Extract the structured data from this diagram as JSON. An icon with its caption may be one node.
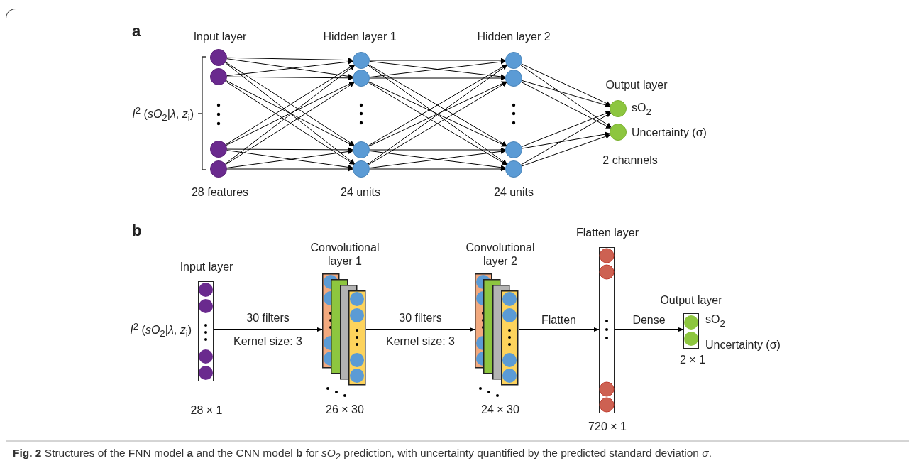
{
  "diagram": {
    "caption": "**Fig. 2** Structures of the FNN model **a** and the CNN model **b** for *sO*$_{2}$ prediction, with uncertainty quantified by the predicted standard deviation *σ*.",
    "nodes": [
      {
        "text": [],
        "shape": "circle"
      },
      {
        "text": [],
        "shape": "circle"
      },
      {
        "text": [],
        "shape": "circle"
      },
      {
        "text": [],
        "shape": "circle"
      },
      {
        "text": [],
        "shape": "circle"
      },
      {
        "text": [],
        "shape": "circle"
      },
      {
        "text": [],
        "shape": "circle"
      },
      {
        "text": [],
        "shape": "circle"
      },
      {
        "text": [],
        "shape": "circle"
      },
      {
        "text": [],
        "shape": "circle"
      },
      {
        "text": [],
        "shape": "circle"
      },
      {
        "text": [],
        "shape": "circle"
      },
      {
        "text": [],
        "shape": "circle",
        "beside": [
          "sO$_{2}$"
        ]
      },
      {
        "text": [],
        "shape": "circle",
        "beside": [
          "Uncertainty (σ)"
        ]
      },
      {
        "text": [
          "Input layer"
        ],
        "beside": [
          "28 × 1"
        ]
      },
      {
        "text": [
          "Convolutional layer 1"
        ],
        "beside": [
          "26 × 30"
        ]
      },
      {
        "text": [
          "Convolutional layer 2"
        ],
        "beside": [
          "24 × 30"
        ]
      },
      {
        "text": [
          "Flatten layer"
        ],
        "beside": [
          "720 × 1"
        ]
      },
      {
        "text": [
          "Output layer"
        ],
        "beside": [
          "sO$_{2}$",
          "Uncertainty (σ)",
          "2 × 1"
        ]
      }
    ],
    "edges": [
      {
        "from": 0,
        "to": 4,
        "arrow": "to"
      },
      {
        "from": 0,
        "to": 5,
        "arrow": "to"
      },
      {
        "from": 0,
        "to": 6,
        "arrow": "to"
      },
      {
        "from": 0,
        "to": 7,
        "arrow": "to"
      },
      {
        "from": 1,
        "to": 4,
        "arrow": "to"
      },
      {
        "from": 1,
        "to": 5,
        "arrow": "to"
      },
      {
        "from": 1,
        "to": 6,
        "arrow": "to"
      },
      {
        "from": 1,
        "to": 7,
        "arrow": "to"
      },
      {
        "from": 2,
        "to": 4,
        "arrow": "to"
      },
      {
        "from": 2,
        "to": 5,
        "arrow": "to"
      },
      {
        "from": 2,
        "to": 6,
        "arrow": "to"
      },
      {
        "from": 2,
        "to": 7,
        "arrow": "to"
      },
      {
        "from": 3,
        "to": 4,
        "arrow": "to"
      },
      {
        "from": 3,
        "to": 5,
        "arrow": "to"
      },
      {
        "from": 3,
        "to": 6,
        "arrow": "to"
      },
      {
        "from": 3,
        "to": 7,
        "arrow": "to"
      },
      {
        "from": 4,
        "to": 8,
        "arrow": "to"
      },
      {
        "from": 4,
        "to": 9,
        "arrow": "to"
      },
      {
        "from": 4,
        "to": 10,
        "arrow": "to"
      },
      {
        "from": 4,
        "to": 11,
        "arrow": "to"
      },
      {
        "from": 5,
        "to": 8,
        "arrow": "to"
      },
      {
        "from": 5,
        "to": 9,
        "arrow": "to"
      },
      {
        "from": 5,
        "to": 10,
        "arrow": "to"
      },
      {
        "from": 5,
        "to": 11,
        "arrow": "to"
      },
      {
        "from": 6,
        "to": 8,
        "arrow": "to"
      },
      {
        "from": 6,
        "to": 9,
        "arrow": "to"
      },
      {
        "from": 6,
        "to": 10,
        "arrow": "to"
      },
      {
        "from": 6,
        "to": 11,
        "arrow": "to"
      },
      {
        "from": 7,
        "to": 8,
        "arrow": "to"
      },
      {
        "from": 7,
        "to": 9,
        "arrow": "to"
      },
      {
        "from": 7,
        "to": 10,
        "arrow": "to"
      },
      {
        "from": 7,
        "to": 11,
        "arrow": "to"
      },
      {
        "from": 8,
        "to": 12,
        "arrow": "to"
      },
      {
        "from": 8,
        "to": 13,
        "arrow": "to"
      },
      {
        "from": 9,
        "to": 12,
        "arrow": "to"
      },
      {
        "from": 9,
        "to": 13,
        "arrow": "to"
      },
      {
        "from": 10,
        "to": 12,
        "arrow": "to"
      },
      {
        "from": 10,
        "to": 13,
        "arrow": "to"
      },
      {
        "from": 11,
        "to": 12,
        "arrow": "to"
      },
      {
        "from": 11,
        "to": 13,
        "arrow": "to"
      },
      {
        "from": 14,
        "to": 15,
        "arrow": "to",
        "label": "30 filters Kernel size: 3"
      },
      {
        "from": 15,
        "to": 16,
        "arrow": "to",
        "label": "30 filters Kernel size: 3"
      },
      {
        "from": 16,
        "to": 17,
        "arrow": "to",
        "label": "Flatten"
      },
      {
        "from": 17,
        "to": 18,
        "arrow": "to",
        "label": "Dense"
      }
    ],
    "labels": [
      "a",
      "Input layer",
      "Hidden layer 1",
      "Hidden layer 2",
      "Output layer",
      "*I*$^{2}$ (*sO*$_{2}$|*λ*, *z*$_{i}$)",
      "2 channels",
      "28 features",
      "24 units",
      "24 units",
      "b",
      "*I*$^{2}$ (*sO*$_{2}$|*λ*, *z*$_{i}$)"
    ]
  }
}
